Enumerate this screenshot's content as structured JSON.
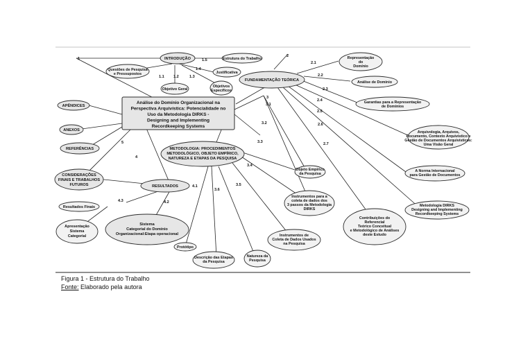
{
  "diagram": {
    "center": [
      "Análise do Domínio Organizacional na",
      "Perspectiva Arquivística: Potencialidade no",
      "Uso da Metodologia DIRKS -",
      "Designing and Implementing",
      "Recordkeeping Systems"
    ],
    "nodes": {
      "introducao": [
        "INTRODUÇÃO"
      ],
      "estrutura": [
        "Estrutura do Trabalho"
      ],
      "questoes": [
        "Questões de Pesquisa",
        "e Pressupostos"
      ],
      "justificativa": [
        "Justificativa"
      ],
      "objetivo_geral": [
        "Objetivo Geral"
      ],
      "objetivos_especificos": [
        "Objetivos",
        "Específicos"
      ],
      "fundamentacao": [
        "FUNDAMENTAÇÃO TEÓRICA"
      ],
      "representacao": [
        "Representação",
        "do",
        "Domínio"
      ],
      "analise_dominio": [
        "Análise de Domínio"
      ],
      "garantias": [
        "Garantias para a Representação",
        "de Domínios"
      ],
      "arquivologia": [
        "Arquivologia, Arquivos,",
        "Documento, Contexto Arquivístico e",
        "Gestão de Documentos Arquivísticos:",
        "Uma Visão Geral"
      ],
      "norma": [
        "A Norma Internacional",
        "para Gestão de Documentos"
      ],
      "metodologia_dirks": [
        "Metodologia DIRKS",
        "Designing and Implementing",
        "Recordkeeping Systems"
      ],
      "apendices": [
        "APÊNDICES"
      ],
      "anexos": [
        "ANEXOS"
      ],
      "referencias": [
        "REFERÊNCIAS"
      ],
      "consideracoes": [
        "CONSIDERAÇÕES",
        "FINAIS E TRABALHOS",
        "FUTUROS"
      ],
      "metodologia": [
        "METODOLOGIA: PROCEDIMENTOS",
        "METODOLÓGICO, OBJETO EMPÍRICO,",
        "NATUREZA E ETAPAS DA PESQUISA"
      ],
      "objeto_empirico": [
        "Objeto Empírico",
        "da Pesquisa"
      ],
      "instrumentos_coleta": [
        "Instrumentos para a",
        "coleta de dados dos",
        "3 passos da Metodologia",
        "DIRKS"
      ],
      "instrumentos_dados": [
        "Instrumentos de",
        "Coleta de Dados Usados",
        "na Pesquisa"
      ],
      "contribuicoes": [
        "Contribuições do",
        "Referencial",
        "Teórico Conceitual",
        "e Metodológico de Análises",
        "deste Estudo"
      ],
      "resultados": [
        "RESULTADOS"
      ],
      "resultados_finais": [
        "Resultados Finais"
      ],
      "apresentacao": [
        "Apresentação",
        "Sistema",
        "Categorial"
      ],
      "sistema": [
        "Sistema",
        "Categorial do Domínio",
        "Organizacional:Etapa operacional"
      ],
      "prototipo": [
        "Protótipo"
      ],
      "descricao": [
        "Descrição das Etapas",
        "da Pesquisa"
      ],
      "natureza": [
        "Natureza da",
        "Pesquisa"
      ]
    },
    "edge_labels": {
      "l1": "1",
      "l15": "1.5",
      "l14": "1.4",
      "l11": "1.1",
      "l12": "1.2",
      "l13": "1.3",
      "l2": "2",
      "l21": "2.1",
      "l22": "2.2",
      "l23": "2.3",
      "l24": "2.4",
      "l25": "2.5",
      "l26": "2.6",
      "l27": "2.7",
      "l3": "3",
      "l31": "3.1",
      "l32": "3.2",
      "l33": "3.3",
      "l34": "3.4",
      "l35": "3.5",
      "l36": "3.6",
      "l4": "4",
      "l41": "4.1",
      "l42": "4.2",
      "l43": "4.3",
      "l5": "5"
    }
  },
  "caption": {
    "figure": "Figura 1 - Estrutura do Trabalho",
    "source_label": "Fonte:",
    "source_text": " Elaborado pela autora"
  }
}
